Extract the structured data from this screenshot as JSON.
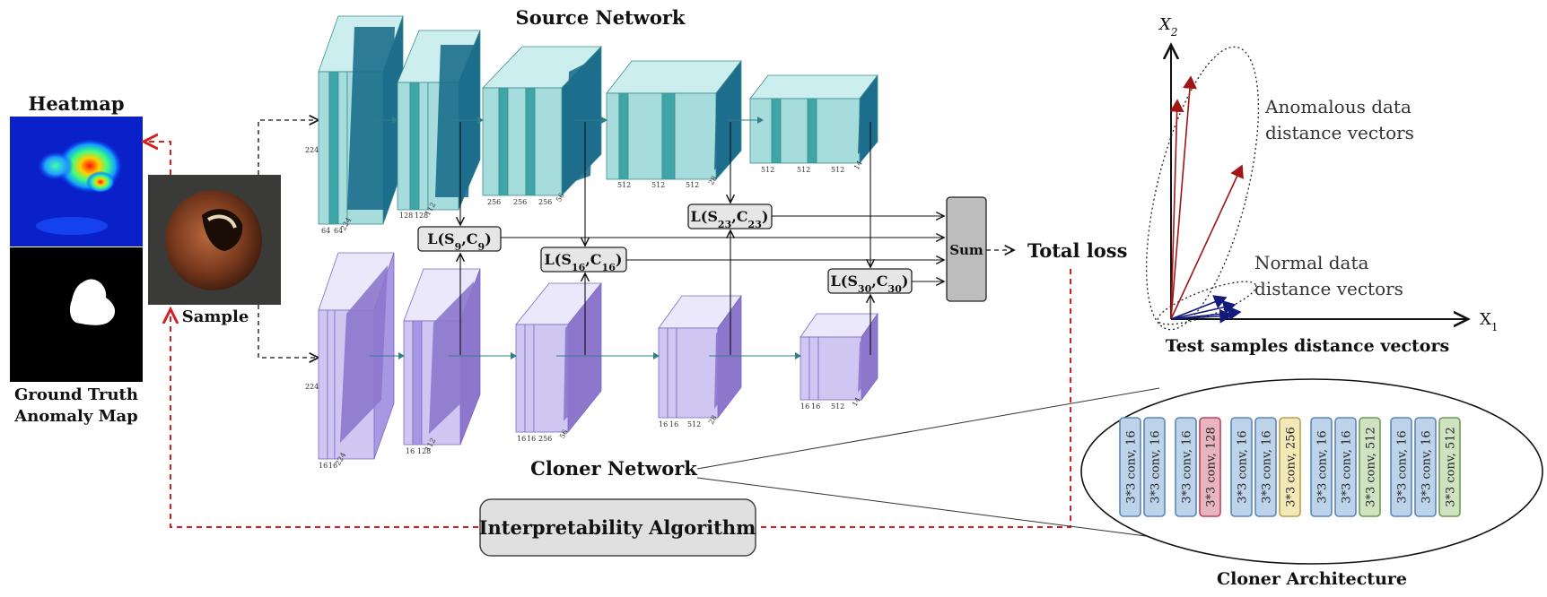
{
  "heatmap": {
    "title": "Heatmap",
    "ground_truth_label_line1": "Ground Truth",
    "ground_truth_label_line2": "Anomaly Map"
  },
  "sample": {
    "label": "Sample"
  },
  "source_network": {
    "title": "Source Network",
    "blocks": [
      {
        "dims": [
          "224",
          "64",
          "64",
          "224"
        ]
      },
      {
        "dims": [
          "128",
          "128",
          "112"
        ]
      },
      {
        "dims": [
          "256",
          "256",
          "256",
          "56"
        ]
      },
      {
        "dims": [
          "512",
          "512",
          "512",
          "28"
        ]
      },
      {
        "dims": [
          "512",
          "512",
          "512",
          "14"
        ]
      }
    ]
  },
  "cloner_network": {
    "title": "Cloner Network",
    "blocks": [
      {
        "dims": [
          "224",
          "16",
          "16",
          "224"
        ]
      },
      {
        "dims": [
          "16",
          "128",
          "112"
        ]
      },
      {
        "dims": [
          "16",
          "16",
          "256",
          "56"
        ]
      },
      {
        "dims": [
          "16",
          "16",
          "512",
          "28"
        ]
      },
      {
        "dims": [
          "16",
          "16",
          "512",
          "14"
        ]
      }
    ]
  },
  "losses": {
    "l9": {
      "prefix": "L(S",
      "s_sub": "9",
      "mid": ",C",
      "c_sub": "9",
      "suffix": ")"
    },
    "l16": {
      "prefix": "L(S",
      "s_sub": "16",
      "mid": ",C",
      "c_sub": "16",
      "suffix": ")"
    },
    "l23": {
      "prefix": "L(S",
      "s_sub": "23",
      "mid": ",C",
      "c_sub": "23",
      "suffix": ")"
    },
    "l30": {
      "prefix": "L(S",
      "s_sub": "30",
      "mid": ",C",
      "c_sub": "30",
      "suffix": ")"
    }
  },
  "sum": {
    "label": "Sum"
  },
  "total_loss": {
    "label": "Total loss"
  },
  "interpretability": {
    "label": "Interpretability Algorithm"
  },
  "plot": {
    "y_axis_label": "X",
    "y_axis_sub": "2",
    "x_axis_label": "X",
    "x_axis_sub": "1",
    "anomalous_line1": "Anomalous data",
    "anomalous_line2": "distance vectors",
    "normal_line1": "Normal data",
    "normal_line2": "distance vectors",
    "caption": "Test samples distance vectors"
  },
  "cloner_architecture": {
    "caption": "Cloner Architecture",
    "layers": [
      {
        "label": "3*3 conv, 16",
        "color": "blue"
      },
      {
        "label": "3*3 conv, 16",
        "color": "blue"
      },
      {
        "label": "3*3 conv, 16",
        "color": "blue"
      },
      {
        "label": "3*3 conv, 128",
        "color": "red"
      },
      {
        "label": "3*3 conv, 16",
        "color": "blue"
      },
      {
        "label": "3*3 conv, 16",
        "color": "blue"
      },
      {
        "label": "3*3 conv, 256",
        "color": "yellow"
      },
      {
        "label": "3*3 conv, 16",
        "color": "blue"
      },
      {
        "label": "3*3 conv, 16",
        "color": "blue"
      },
      {
        "label": "3*3 conv, 512",
        "color": "green"
      },
      {
        "label": "3*3 conv, 16",
        "color": "blue"
      },
      {
        "label": "3*3 conv, 16",
        "color": "blue"
      },
      {
        "label": "3*3 conv, 512",
        "color": "green"
      }
    ]
  },
  "colors": {
    "source_light": "#a7dcdc",
    "source_mid": "#3fa6a8",
    "source_dark": "#1d6e8c",
    "cloner_light": "#cfc7f2",
    "cloner_mid": "#a898e4",
    "cloner_dark": "#8c77cc",
    "dashed_red": "#d52020",
    "anomalous_arrow": "#a01616",
    "normal_arrow": "#121a7a"
  }
}
